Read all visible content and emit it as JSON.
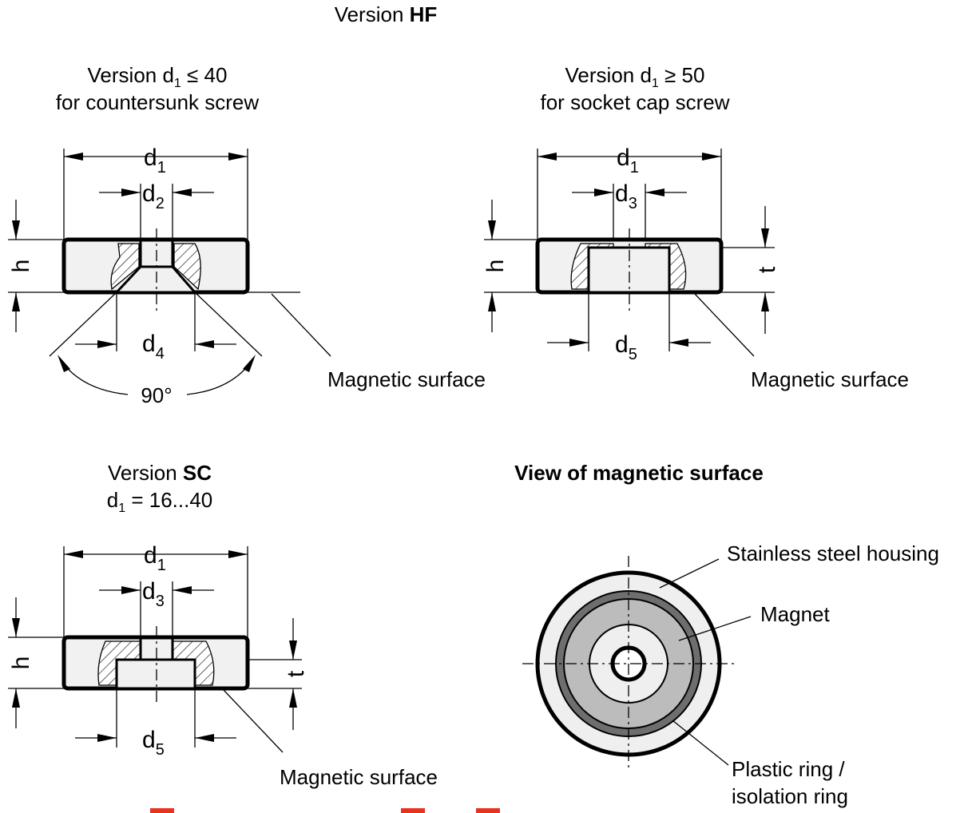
{
  "title": {
    "prefix": "Version ",
    "bold": "HF"
  },
  "diagram_a": {
    "title_line1_prefix": "Version d",
    "title_line1_sub": "1",
    "title_line1_suffix": " ≤ 40",
    "title_line2": "for countersunk screw",
    "d1_label": "d",
    "d1_sub": "1",
    "d2_label": "d",
    "d2_sub": "2",
    "d4_label": "d",
    "d4_sub": "4",
    "h_label": "h",
    "angle_label": "90°",
    "surface_label": "Magnetic surface"
  },
  "diagram_b": {
    "title_line1_prefix": "Version d",
    "title_line1_sub": "1",
    "title_line1_suffix": " ≥ 50",
    "title_line2": "for socket cap screw",
    "d1_label": "d",
    "d1_sub": "1",
    "d3_label": "d",
    "d3_sub": "3",
    "d5_label": "d",
    "d5_sub": "5",
    "h_label": "h",
    "t_label": "t",
    "surface_label": "Magnetic surface"
  },
  "diagram_c": {
    "title_line1_prefix": "Version ",
    "title_line1_bold": "SC",
    "title_line2_prefix": "d",
    "title_line2_sub": "1",
    "title_line2_suffix": " = 16...40",
    "d1_label": "d",
    "d1_sub": "1",
    "d3_label": "d",
    "d3_sub": "3",
    "d5_label": "d",
    "d5_sub": "5",
    "h_label": "h",
    "t_label": "t",
    "surface_label": "Magnetic surface"
  },
  "diagram_d": {
    "title": "View of magnetic surface",
    "housing_label": "Stainless steel housing",
    "magnet_label": "Magnet",
    "ring_label_line1": "Plastic ring /",
    "ring_label_line2": "isolation ring"
  },
  "colors": {
    "housing": "#efefef",
    "magnet": "#bcbcbc",
    "ring": "#6e6e6e",
    "marker": "#e8321e"
  }
}
